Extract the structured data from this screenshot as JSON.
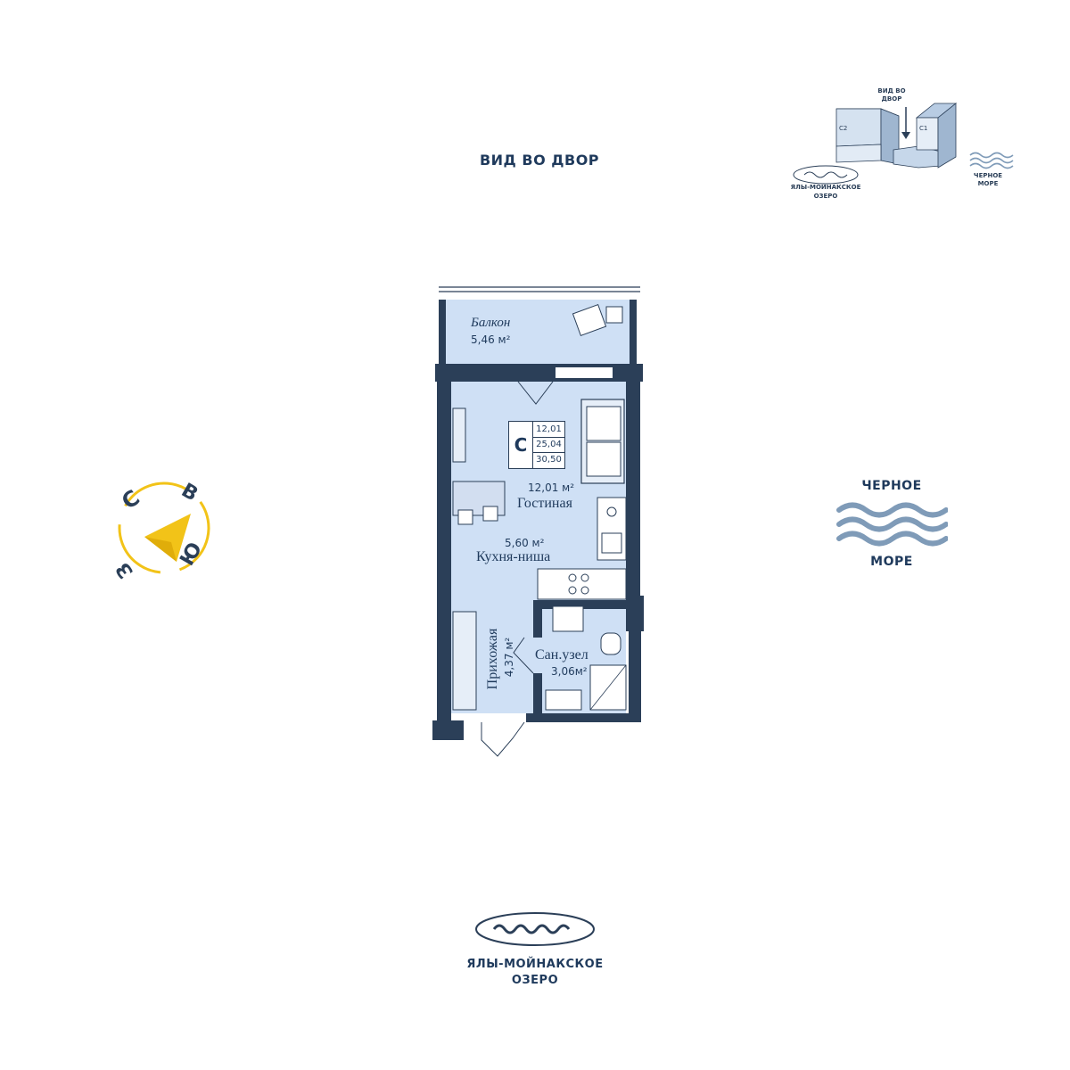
{
  "view_top": "ВИД ВО ДВОР",
  "sea": {
    "line1": "ЧЕРНОЕ",
    "line2": "МОРЕ"
  },
  "lake": {
    "line1": "ЯЛЫ-МОЙНАКСКОЕ",
    "line2": "ОЗЕРО"
  },
  "compass": {
    "north": "С",
    "east": "В",
    "south": "Ю",
    "west": "З"
  },
  "minimap": {
    "view_label_1": "ВИД ВО",
    "view_label_2": "ДВОР",
    "building_c2": "С2",
    "building_c1": "С1",
    "lake_1": "ЯЛЫ-МОЙНАКСКОЕ",
    "lake_2": "ОЗЕРО",
    "sea_1": "ЧЕРНОЕ",
    "sea_2": "МОРЕ"
  },
  "plan": {
    "badge": {
      "letter": "С",
      "living": "12,01",
      "total": "25,04",
      "total_with_balcony": "30,50"
    },
    "rooms": {
      "balcony": {
        "name": "Балкон",
        "area": "5,46 м²"
      },
      "living": {
        "name": "Гостиная",
        "area": "12,01 м²"
      },
      "kitchen": {
        "name": "Кухня-ниша",
        "area": "5,60 м²"
      },
      "hall": {
        "name": "Прихожая",
        "area": "4,37 м²"
      },
      "bath": {
        "name": "Сан.узел",
        "area": "3,06м²"
      }
    }
  },
  "colors": {
    "wall": "#2b3f58",
    "floor": "#cfe0f5",
    "accent": "#f2c318",
    "text": "#1f3a5c",
    "sea_wave": "#7f9bb8"
  }
}
